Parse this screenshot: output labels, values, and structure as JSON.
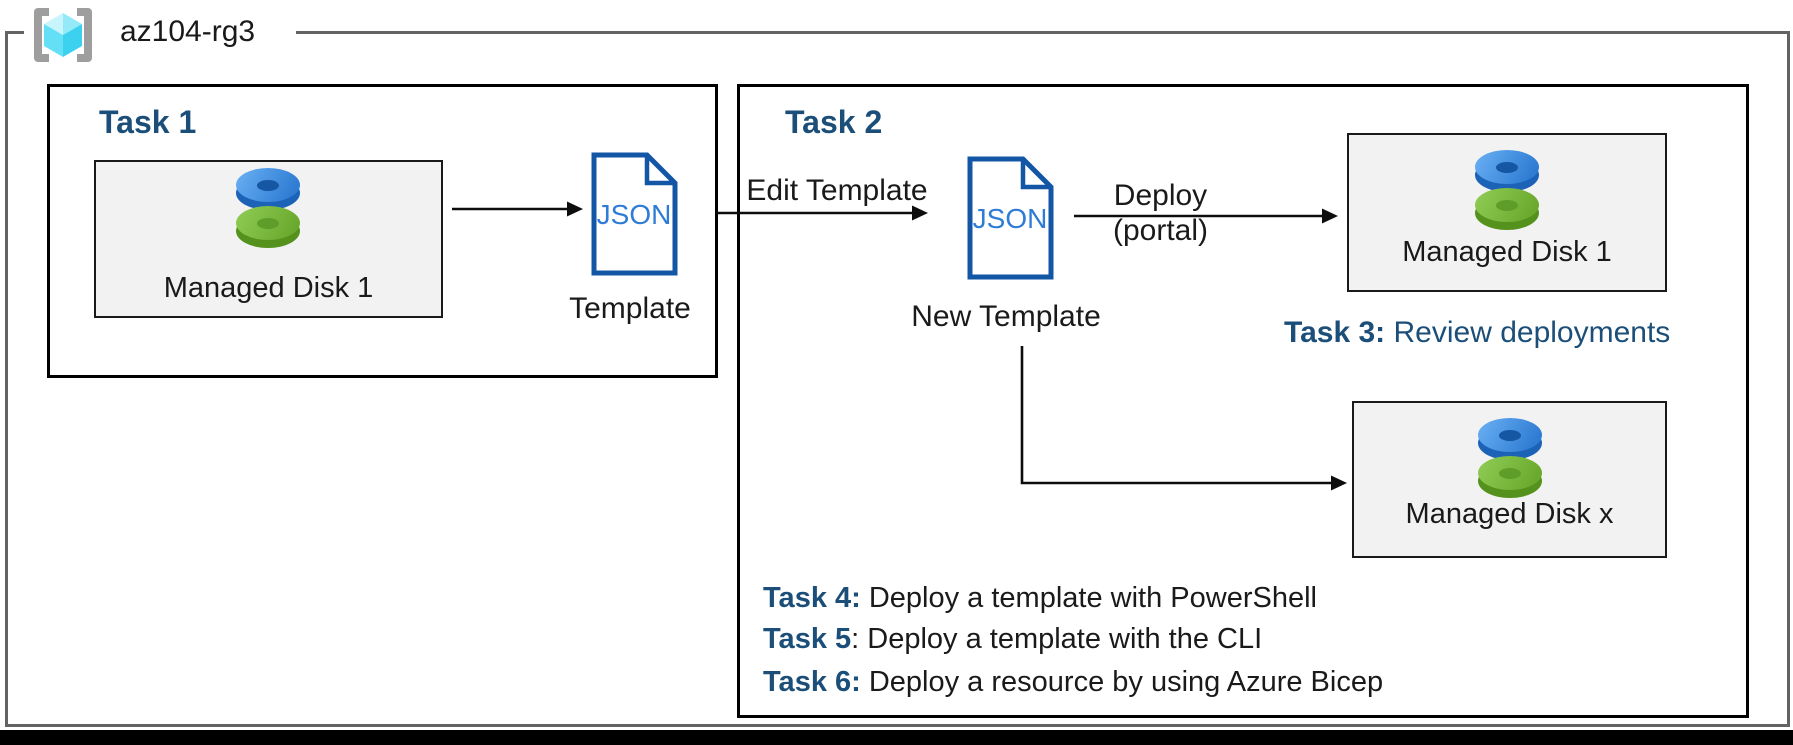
{
  "resource_group": {
    "name": "az104-rg3",
    "icon": "resource-group-icon"
  },
  "colors": {
    "accent_blue": "#1B4E78",
    "json_doc_border": "#1356A5",
    "json_doc_text": "#2E7CD6",
    "disk_blue": "#2F7CD3",
    "disk_green": "#6BA92E",
    "resource_box_fill": "#F2F2F2",
    "outer_border_gray": "#636363"
  },
  "task1": {
    "heading": "Task 1",
    "disk_label": "Managed Disk 1",
    "disk_icon": "managed-disk-icon",
    "json_text": "JSON",
    "json_label": "Template",
    "json_icon": "json-document-icon"
  },
  "task2": {
    "heading": "Task 2",
    "edit_arrow_label": "Edit Template",
    "json_text": "JSON",
    "json_label": "New Template",
    "json_icon": "json-document-icon",
    "deploy_label": "Deploy",
    "deploy_sublabel": "(portal)",
    "disk1_label": "Managed Disk 1",
    "diskx_label": "Managed Disk x",
    "task3_label": "Task 3:",
    "task3_text": " Review deployments",
    "task_list": [
      {
        "label": "Task 4:",
        "text": " Deploy a template with PowerShell"
      },
      {
        "label": "Task 5",
        "text": ": Deploy a template with the CLI"
      },
      {
        "label": "Task 6:",
        "text": " Deploy a resource by using Azure Bicep"
      }
    ]
  }
}
